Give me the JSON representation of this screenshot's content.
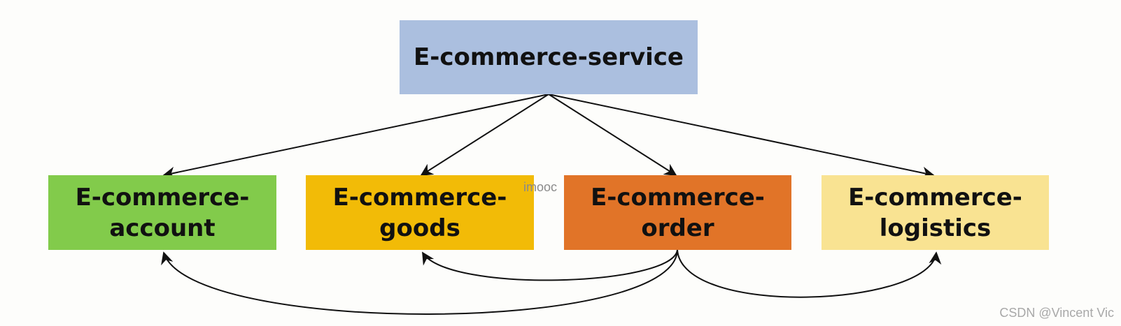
{
  "nodes": {
    "service": {
      "label": "E-commerce-service",
      "line1": "E-commerce-service",
      "line2": "",
      "color": "#abbfdf"
    },
    "account": {
      "label": "E-commerce-account",
      "line1": "E-commerce-",
      "line2": "account",
      "color": "#82cb4b"
    },
    "goods": {
      "label": "E-commerce-goods",
      "line1": "E-commerce-",
      "line2": "goods",
      "color": "#f2bb07"
    },
    "order": {
      "label": "E-commerce-order",
      "line1": "E-commerce-",
      "line2": "order",
      "color": "#e17428"
    },
    "logistics": {
      "label": "E-commerce-logistics",
      "line1": "E-commerce-",
      "line2": "logistics",
      "color": "#f9e392"
    }
  },
  "edges": [
    {
      "from": "service",
      "to": "account"
    },
    {
      "from": "service",
      "to": "goods"
    },
    {
      "from": "service",
      "to": "order"
    },
    {
      "from": "service",
      "to": "logistics"
    },
    {
      "from": "order",
      "to": "goods"
    },
    {
      "from": "order",
      "to": "account"
    },
    {
      "from": "order",
      "to": "logistics"
    }
  ],
  "watermarks": {
    "center": "imooc",
    "corner": "CSDN @Vincent Vic"
  }
}
